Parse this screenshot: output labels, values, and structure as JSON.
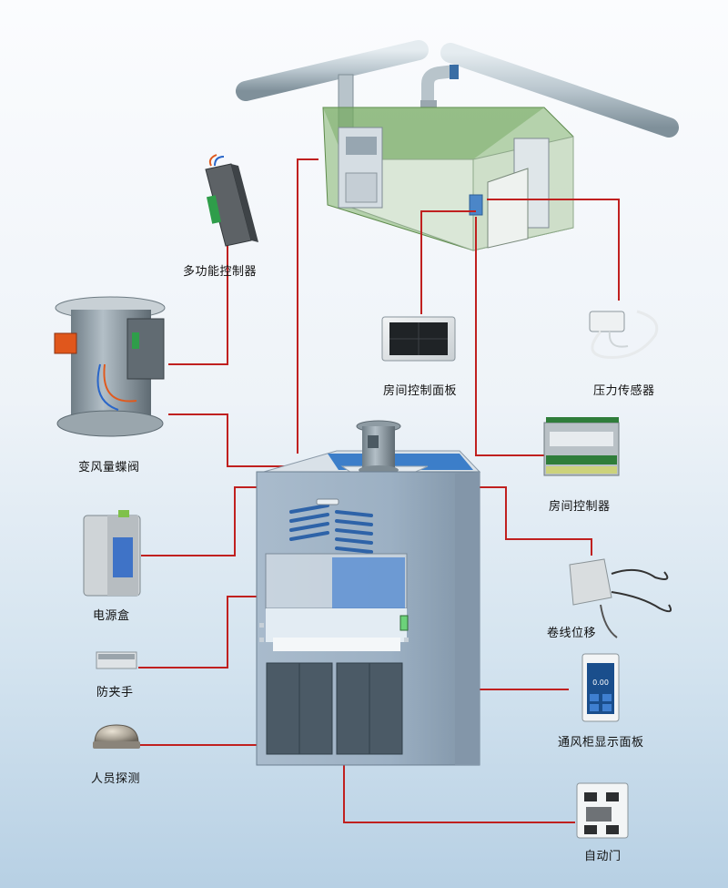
{
  "colors": {
    "connector": "#c0201f",
    "room_glass": "#7fb36a",
    "hood_body": "#9fb1c4",
    "pipe": "#aab8c2"
  },
  "labels": {
    "multi_function_controller": "多功能控制器",
    "variable_air_valve": "变风量蝶阀",
    "room_control_panel": "房间控制面板",
    "pressure_sensor": "压力传感器",
    "room_controller": "房间控制器",
    "power_box": "电源盒",
    "roll_displacement": "卷线位移",
    "anti_pinch": "防夹手",
    "hood_display_panel": "通风柜显示面板",
    "person_detection": "人员探测",
    "auto_door": "自动门"
  },
  "display_panel": {
    "reading": "0.00"
  }
}
